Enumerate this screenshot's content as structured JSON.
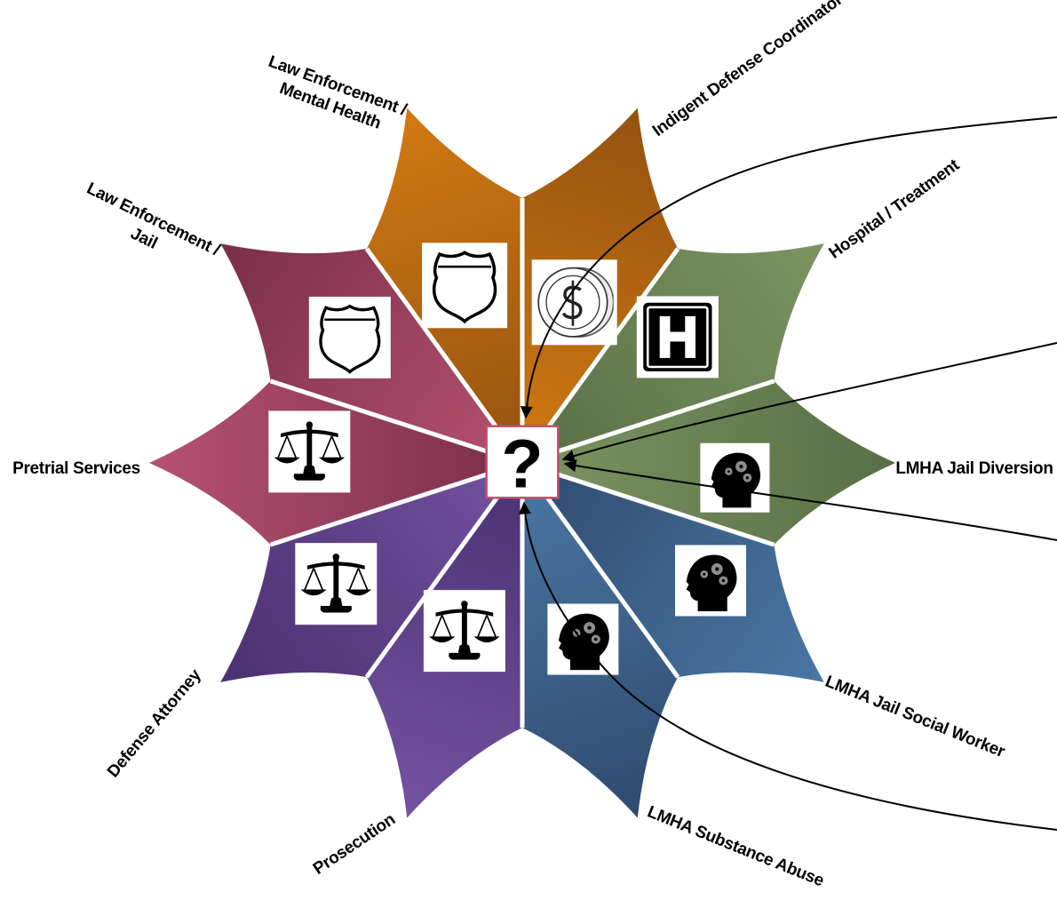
{
  "center": {
    "symbol": "?",
    "icon": "question-mark-icon"
  },
  "segments": [
    {
      "id": "indigent-defense",
      "label_lines": [
        "Indigent Defense Coordinator"
      ],
      "icon": "coin-dollar-icon",
      "color": "#d07a12",
      "color_dark": "#955210"
    },
    {
      "id": "hospital-treatment",
      "label_lines": [
        "Hospital / Treatment"
      ],
      "icon": "hospital-h-icon",
      "color": "#7c9462",
      "color_dark": "#586f45"
    },
    {
      "id": "lmha-jail-diversion",
      "label_lines": [
        "LMHA Jail Diversion"
      ],
      "icon": "head-gears-icon",
      "color": "#7c9462",
      "color_dark": "#586f45"
    },
    {
      "id": "lmha-jail-social-worker",
      "label_lines": [
        "LMHA Jail Social Worker"
      ],
      "icon": "head-gears-icon",
      "color": "#4b77a5",
      "color_dark": "#2f4b6e"
    },
    {
      "id": "lmha-substance-abuse",
      "label_lines": [
        "LMHA Substance Abuse"
      ],
      "icon": "head-gears-icon",
      "color": "#4b77a5",
      "color_dark": "#2f4b6e"
    },
    {
      "id": "prosecution",
      "label_lines": [
        "Prosecution"
      ],
      "icon": "scales-of-justice-icon",
      "color": "#7452a1",
      "color_dark": "#4a3170"
    },
    {
      "id": "defense-attorney",
      "label_lines": [
        "Defense Attorney"
      ],
      "icon": "scales-of-justice-icon",
      "color": "#7452a1",
      "color_dark": "#4a3170"
    },
    {
      "id": "pretrial-services",
      "label_lines": [
        "Pretrial Services"
      ],
      "icon": "scales-of-justice-icon",
      "color": "#b65172",
      "color_dark": "#7a2f48"
    },
    {
      "id": "law-enforcement-jail",
      "label_lines": [
        "Law Enforcement /",
        "Jail"
      ],
      "icon": "police-badge-shield-icon",
      "color": "#b65172",
      "color_dark": "#7a2f48"
    },
    {
      "id": "law-enforcement-mental-health",
      "label_lines": [
        "Law Enforcement /",
        "Mental Health"
      ],
      "icon": "police-badge-shield-icon",
      "color": "#d07a12",
      "color_dark": "#955210"
    }
  ]
}
